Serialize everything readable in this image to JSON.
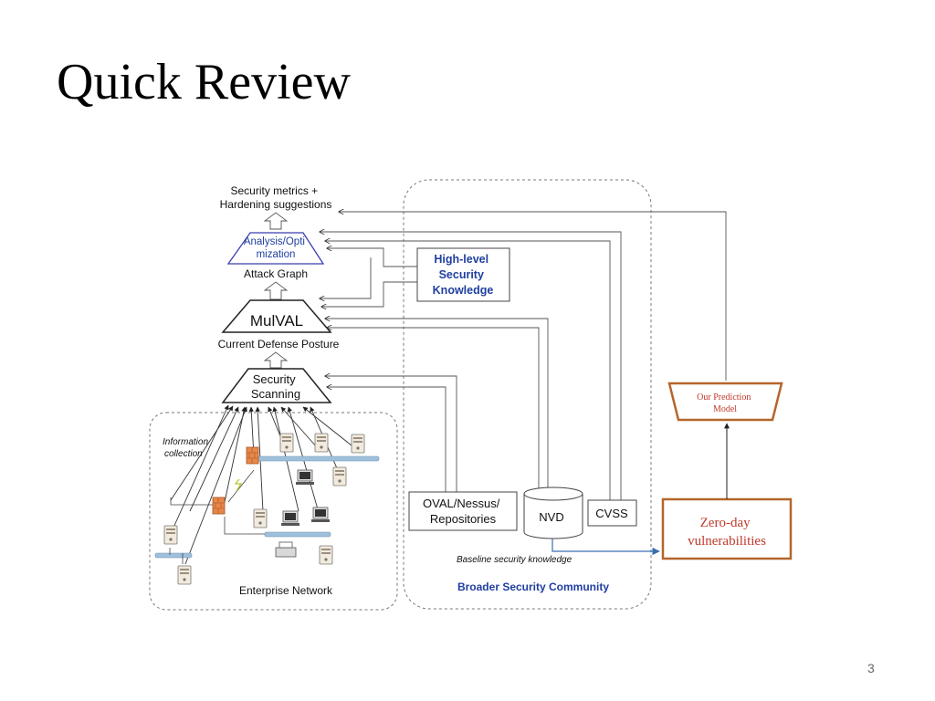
{
  "slide": {
    "title": "Quick Review",
    "page_number": "3"
  },
  "diagram": {
    "top_output": [
      "Security metrics +",
      "Hardening suggestions"
    ],
    "analysis": [
      "Analysis/Opti",
      "mization"
    ],
    "attack_graph": "Attack Graph",
    "mulval": "MulVAL",
    "posture": "Current Defense Posture",
    "scanning": [
      "Security",
      "Scanning"
    ],
    "info_collection": [
      "Information",
      "collection"
    ],
    "enterprise": "Enterprise Network",
    "high_level": [
      "High-level",
      "Security",
      "Knowledge"
    ],
    "oval": [
      "OVAL/Nessus/",
      "Repositories"
    ],
    "nvd": "NVD",
    "cvss": "CVSS",
    "baseline": "Baseline security knowledge",
    "community": "Broader Security Community",
    "prediction": [
      "Our Prediction",
      "Model"
    ],
    "zero_day": [
      "Zero-day",
      "vulnerabilities"
    ]
  },
  "colors": {
    "blue_text": "#1f3fa0",
    "red_text": "#c0392b",
    "prediction_border": "#b5652b",
    "bus": "#9fc0dd",
    "firewall": "#e8874a",
    "arrow_blue": "#3a6fb0"
  }
}
